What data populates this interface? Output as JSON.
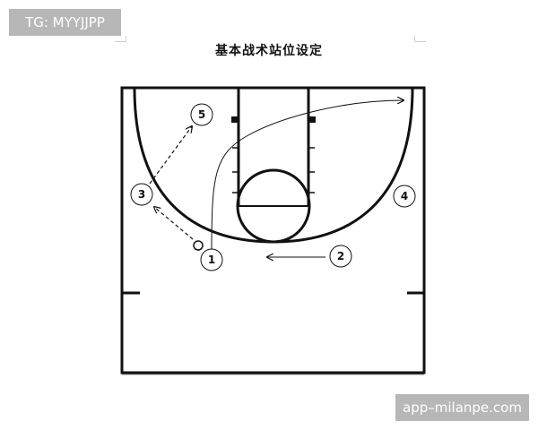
{
  "watermark_top_left": "TG: MYYJJPP",
  "watermark_bottom_right": "app–milanpe.com",
  "diagram": {
    "title": "基本战术站位设定",
    "players": [
      {
        "label": "1"
      },
      {
        "label": "2"
      },
      {
        "label": "3"
      },
      {
        "label": "4"
      },
      {
        "label": "5"
      }
    ]
  },
  "colors": {
    "line": "#111111",
    "watermark_bg": "#b7b7b7",
    "watermark_text": "#ffffff"
  }
}
